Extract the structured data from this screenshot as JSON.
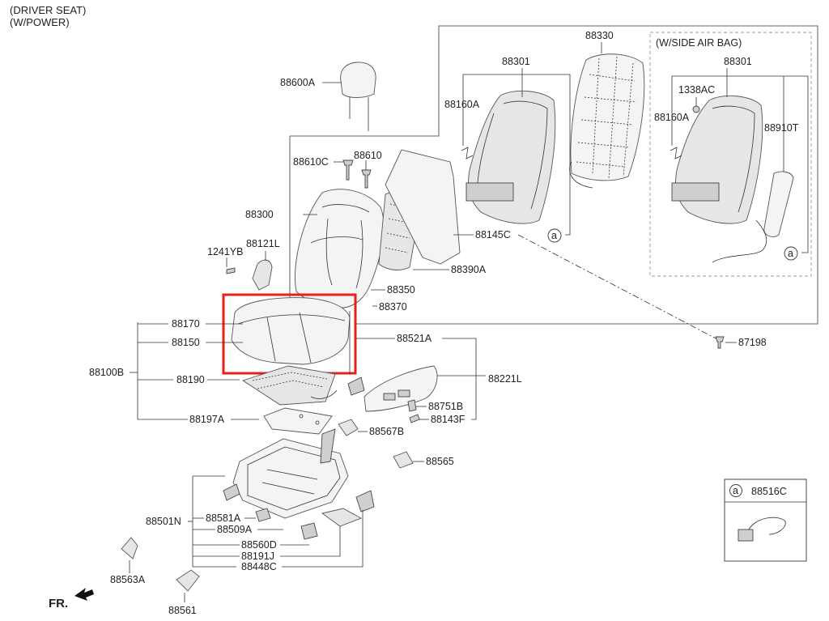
{
  "header": {
    "line1": "(DRIVER SEAT)",
    "line2": "(W/POWER)"
  },
  "side_airbag_label": "(W/SIDE AIR BAG)",
  "front_label": "FR.",
  "ref_symbol": "a",
  "inset_part": "88516C",
  "labels": {
    "p88330": "88330",
    "p88301": "88301",
    "p88301b": "88301",
    "p88160A": "88160A",
    "p88160Ab": "88160A",
    "p1338AC": "1338AC",
    "p88910T": "88910T",
    "p88600A": "88600A",
    "p88610C": "88610C",
    "p88610": "88610",
    "p88300": "88300",
    "p88145C": "88145C",
    "p88390A": "88390A",
    "p1241YB": "1241YB",
    "p88121L": "88121L",
    "p88350": "88350",
    "p88370": "88370",
    "p88170": "88170",
    "p88150": "88150",
    "p88100B": "88100B",
    "p88190": "88190",
    "p88197A": "88197A",
    "p88521A": "88521A",
    "p88221L": "88221L",
    "p88751B": "88751B",
    "p88143F": "88143F",
    "p88567B": "88567B",
    "p88565": "88565",
    "p87198": "87198",
    "p88501N": "88501N",
    "p88581A": "88581A",
    "p88509A": "88509A",
    "p88560D": "88560D",
    "p88191J": "88191J",
    "p88448C": "88448C",
    "p88563A": "88563A",
    "p88561": "88561"
  },
  "colors": {
    "highlight": "#e8201c",
    "line": "#333333",
    "dashed_box": "#999999"
  }
}
